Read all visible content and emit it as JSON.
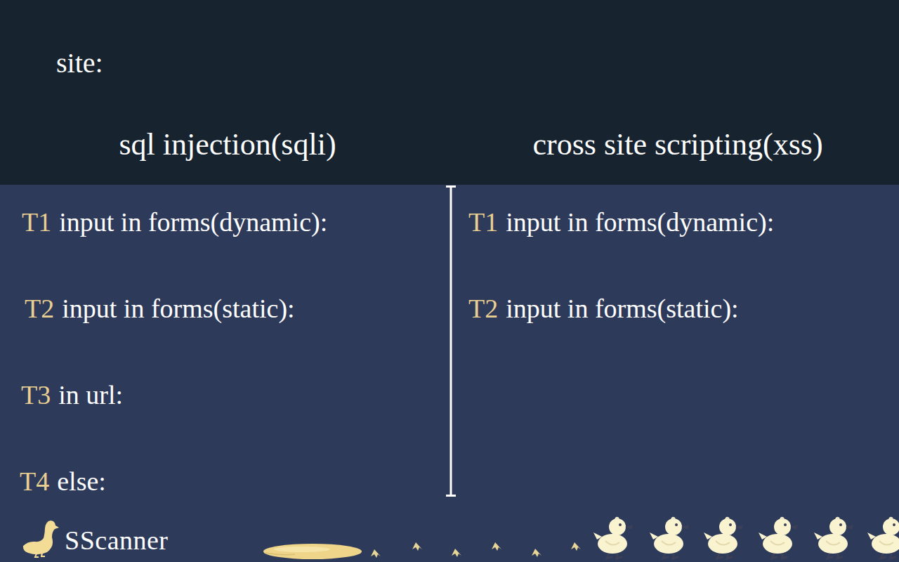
{
  "diagram": {
    "nodes": [
      {
        "text": [
          "site:",
          "sql injection(sqli)",
          "cross site scripting(xss)"
        ]
      },
      {
        "text": [
          "T1",
          "input in forms(dynamic):",
          "T2",
          "input in forms(static):",
          "T3",
          "in url:",
          "T4",
          "else:",
          "T1",
          "input in forms(dynamic):",
          "T2",
          "input in forms(static):"
        ]
      }
    ],
    "labels": [
      "SScanner"
    ]
  }
}
